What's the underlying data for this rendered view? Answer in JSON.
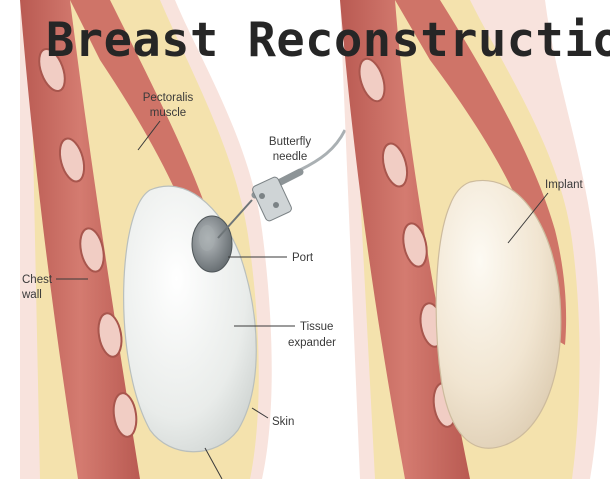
{
  "title": "Breast Reconstruction",
  "labels": {
    "pectoralis_muscle": [
      "Pectoralis",
      "muscle"
    ],
    "butterfly_needle": [
      "Butterfly",
      "needle"
    ],
    "port": "Port",
    "chest_wall": [
      "Chest",
      "wall"
    ],
    "tissue_expander": [
      "Tissue",
      "expander"
    ],
    "skin": "Skin",
    "implant": "Implant"
  },
  "colors": {
    "skin_pink": "#f6dcd6",
    "fat_yellow": "#f3dfa6",
    "muscle_red": "#c86a60",
    "rib_tissue": "#d88c82",
    "expander_fill": "#eef0ee",
    "implant_fill": "#f1e7d6",
    "port_gray": "#7d8488"
  }
}
